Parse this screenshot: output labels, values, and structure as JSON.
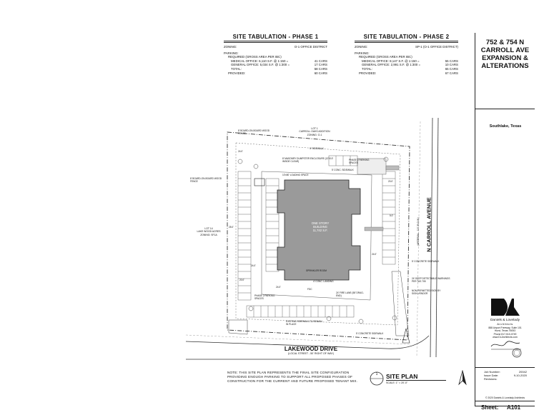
{
  "tabulation_phase1": {
    "title": "SITE TABULATION - PHASE 1",
    "zoning_label": "ZONING:",
    "zoning_value": "O-1 OFFICE DISTRICT",
    "parking_label": "PARKING:",
    "required": "REQUIRED (GROSS AREA PER IBC)",
    "rows": [
      {
        "label": "MEDICAL OFFICE: 6,110 S.F. @ 1:150 =",
        "value": "41 CARS"
      },
      {
        "label": "GENERAL OFFICE: 5,034 S.F. @ 1:300 =",
        "value": "17 CARS"
      },
      {
        "label": "TOTAL:",
        "value": "58 CARS"
      },
      {
        "label": "PROVIDED:",
        "value": "60 CARS"
      }
    ]
  },
  "tabulation_phase2": {
    "title": "SITE TABULATION - PHASE 2",
    "zoning_label": "ZONING:",
    "zoning_value": "SP-1 (O-1 OFFICE DISTRICT)",
    "parking_label": "PARKING:",
    "required": "REQUIRED (GROSS AREA PER IBC)",
    "rows": [
      {
        "label": "MEDICAL OFFICE: 8,147 S.F. @ 1:150 =",
        "value": "55 CARS"
      },
      {
        "label": "GENERAL OFFICE: 2,991 S.F. @ 1:300 =",
        "value": "10 CARS"
      },
      {
        "label": "TOTAL:",
        "value": "65 CARS"
      },
      {
        "label": "PROVIDED:",
        "value": "67 CARS"
      }
    ]
  },
  "title_block": {
    "project_title": "752 & 754 N CARROLL AVE EXPANSION & ALTERATIONS",
    "location": "Southlake, Texas",
    "firm": "Daniels & Lovelady",
    "firm_sub": "Architects",
    "address": "888 Airport Freeway, Suite 101\nHurst, Texas 76053\nPhone 817-510-0749\nwww.DLArchitects.com",
    "job_number_label": "Job Number:",
    "job_number": "20042",
    "issue_date_label": "Issue Date:",
    "issue_date": "9-10-2020",
    "revisions_label": "Revisions:",
    "copyright": "© 2020 Daniels & Lovelady Architects",
    "sheet_label": "Sheet:",
    "sheet_number": "A101"
  },
  "plan": {
    "building_label": "ONE STORY\nBUILDING\n11,742 S.F.",
    "street_bottom": "LAKEWOOD DRIVE",
    "street_bottom_sub": "(LOCAL STREET - 50' RIGHT OF WAY)",
    "street_right": "N CARROLL AVENUE",
    "street_right_sub": "(ARTERIAL - 100' R.O.W.)",
    "lot_top": "LOT 1\nCARROLL OAKS ADDITION\nZONING: O-1",
    "lot_left": "LOT 14\nLAKE WOOD ACRES\nZONING: SF1A",
    "callouts": [
      "8' BOARD-ON-BOARD WOOD FENCE",
      "8' BOARD-ON-BOARD WOOD FENCE",
      "8' MASONRY DUMPSTER ENCLOSURE (12'X10' INSIDE CLEAR)",
      "PHASE 2 PARKING SPACES",
      "5' CONC. SIDEWALK",
      "10'x50' LOADING SPACE",
      "SPRINKLER ROOM",
      "4' CONC. LANDING",
      "FDC",
      "PHASE 2 PARKING SPACES",
      "24' FIRE LANE (58' DRAG-END)",
      "24' DEEP DETECTABLE WARNINGS PER TAS 705",
      "NON-PERMITTED SIGN BY SIGN VENDOR",
      "5' CONCRETE SIDEWALK",
      "5' CONCRETE SIDEWALK",
      "EXISTING SIDEWALK TO REMAIN IN PLACE"
    ],
    "dims": [
      "24.0'",
      "24.0'",
      "24.0'",
      "20.0'",
      "20.0'",
      "24.0'",
      "25.0'",
      "5.0'"
    ],
    "sidewalk": "5' SIDEWALK"
  },
  "note": "NOTE: THIS SITE PLAN REPRESENTS THE FINAL SITE CONFIGURATION PROVIDING ENOUGH PARKING TO SUPPORT ALL PROPOSED PHASES OF CONSTRUCTION FOR THE CURRENT AND FUTURE PROPOSED TENANT MIX.",
  "drawing": {
    "number": "1",
    "title": "SITE PLAN",
    "scale": "SCALE: 1\" = 20'-0\""
  }
}
